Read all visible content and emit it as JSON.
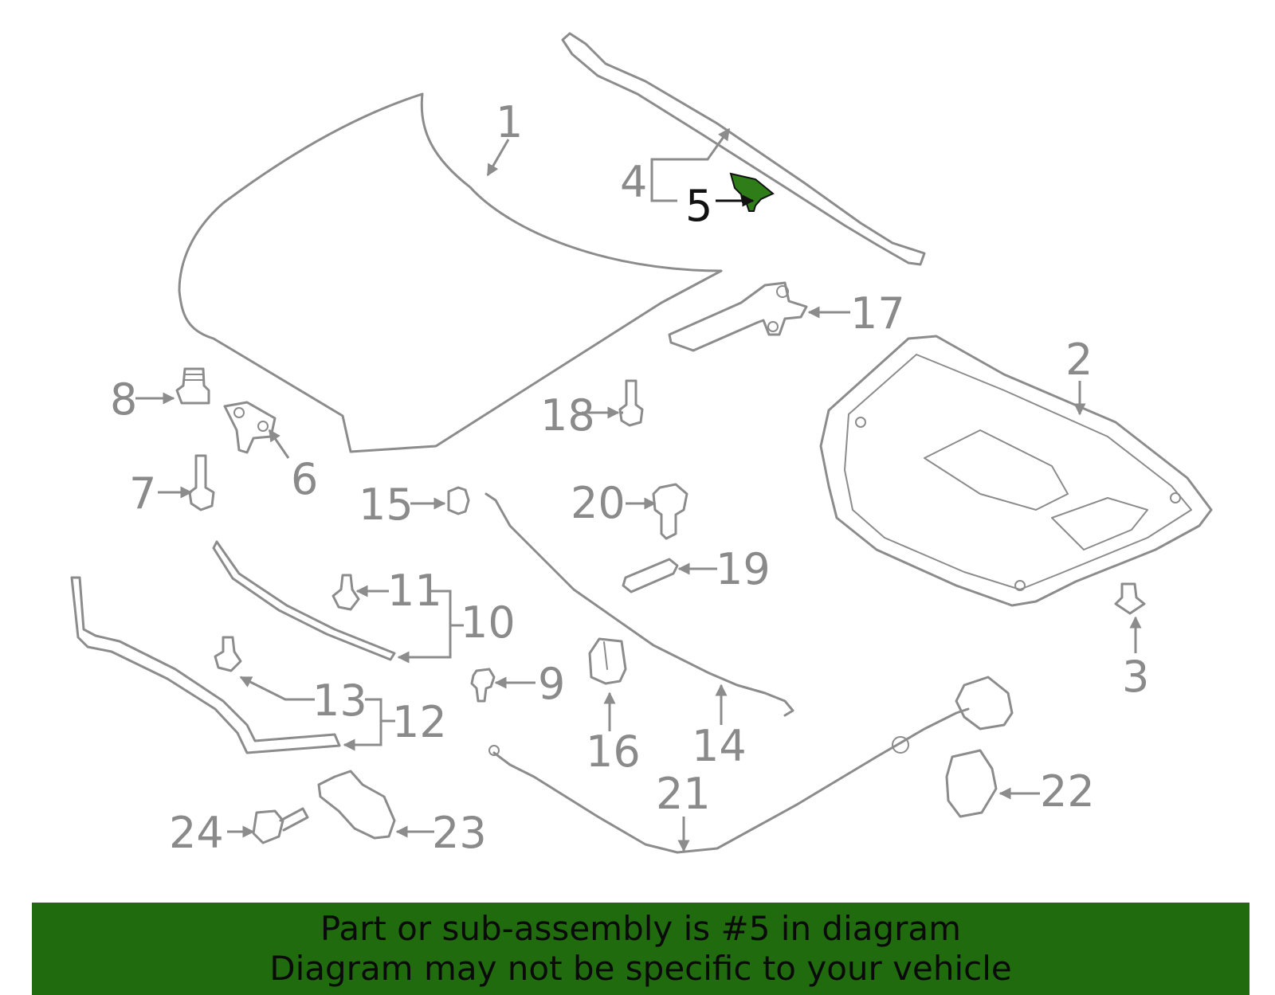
{
  "diagram": {
    "highlight_color": "#2e7d18",
    "callouts": [
      {
        "id": "1",
        "label": "1"
      },
      {
        "id": "2",
        "label": "2"
      },
      {
        "id": "3",
        "label": "3"
      },
      {
        "id": "4",
        "label": "4"
      },
      {
        "id": "5",
        "label": "5",
        "highlighted": true
      },
      {
        "id": "6",
        "label": "6"
      },
      {
        "id": "7",
        "label": "7"
      },
      {
        "id": "8",
        "label": "8"
      },
      {
        "id": "9",
        "label": "9"
      },
      {
        "id": "10",
        "label": "10"
      },
      {
        "id": "11",
        "label": "11"
      },
      {
        "id": "12",
        "label": "12"
      },
      {
        "id": "13",
        "label": "13"
      },
      {
        "id": "14",
        "label": "14"
      },
      {
        "id": "15",
        "label": "15"
      },
      {
        "id": "16",
        "label": "16"
      },
      {
        "id": "17",
        "label": "17"
      },
      {
        "id": "18",
        "label": "18"
      },
      {
        "id": "19",
        "label": "19"
      },
      {
        "id": "20",
        "label": "20"
      },
      {
        "id": "21",
        "label": "21"
      },
      {
        "id": "22",
        "label": "22"
      },
      {
        "id": "23",
        "label": "23"
      },
      {
        "id": "24",
        "label": "24"
      }
    ]
  },
  "banner": {
    "line1": "Part or sub-assembly is #5 in diagram",
    "line2": "Diagram may not be specific to your vehicle"
  }
}
